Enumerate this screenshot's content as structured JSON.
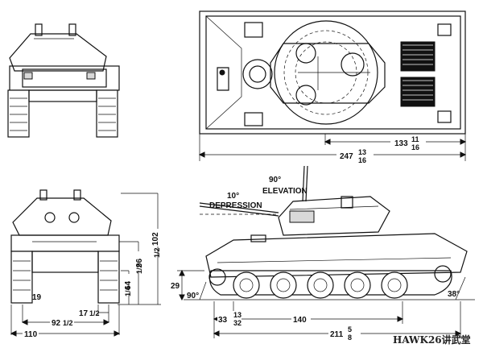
{
  "annotations": {
    "elevation_angle": "90°",
    "elevation_label": "ELEVATION",
    "depression_angle": "10°",
    "depression_label": "DEPRESSION"
  },
  "dimensions": {
    "top_overall": "247",
    "top_overall_frac_num": "13",
    "top_overall_frac_den": "16",
    "top_partial": "133",
    "top_partial_frac_num": "11",
    "top_partial_frac_den": "16",
    "front_height": "102",
    "front_height_frac": "1/2",
    "front_hull_height": "96",
    "front_hull_height_frac": "1/2",
    "front_track_height": "64",
    "front_track_height_frac": "1/4",
    "front_clearance": "19",
    "front_track_width": "17",
    "front_track_width_frac": "1/2",
    "front_tread": "92",
    "front_tread_frac": "1/2",
    "front_overall_width": "110",
    "side_ground_height": "29",
    "side_approach_angle": "90°",
    "side_departure_angle": "38°",
    "side_wheel_offset": "33",
    "side_wheel_offset_frac_num": "13",
    "side_wheel_offset_frac_den": "32",
    "side_track_length": "140",
    "side_overall_length": "211",
    "side_overall_length_frac_num": "5",
    "side_overall_length_frac_den": "8"
  },
  "watermark": "HAWK26讲武堂"
}
